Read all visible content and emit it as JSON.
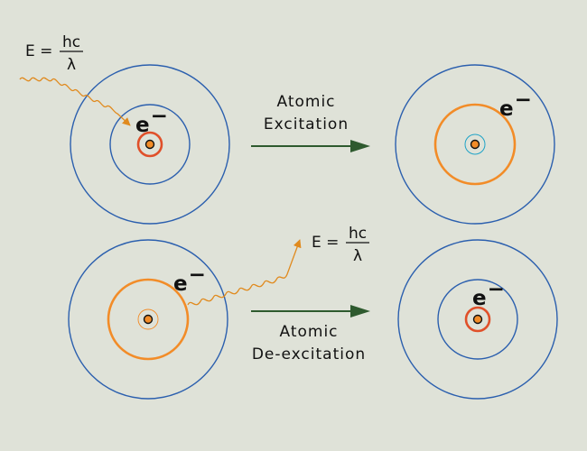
{
  "colors": {
    "background": "#dfe2d8",
    "orbit": "#2b5fae",
    "electron_orbit_excited": "#f28c28",
    "electron_orbit_ground": "#e0502a",
    "nucleus_fill": "#f28c28",
    "nucleus_stroke": "#111111",
    "photon": "#e08a1e",
    "arrow": "#2e5a2e",
    "vacated_orbit": "#1fa3c7"
  },
  "formula": {
    "lhs": "E =",
    "numerator": "hc",
    "denominator": "λ"
  },
  "electron_label": {
    "base": "e",
    "superscript": "−"
  },
  "excitation": {
    "line1": "Atomic",
    "line2": "Excitation"
  },
  "deexcitation": {
    "line1": "Atomic",
    "line2": "De-excitation"
  },
  "icons": {
    "photon": "wavy-photon-arrow",
    "transition": "right-arrow"
  }
}
